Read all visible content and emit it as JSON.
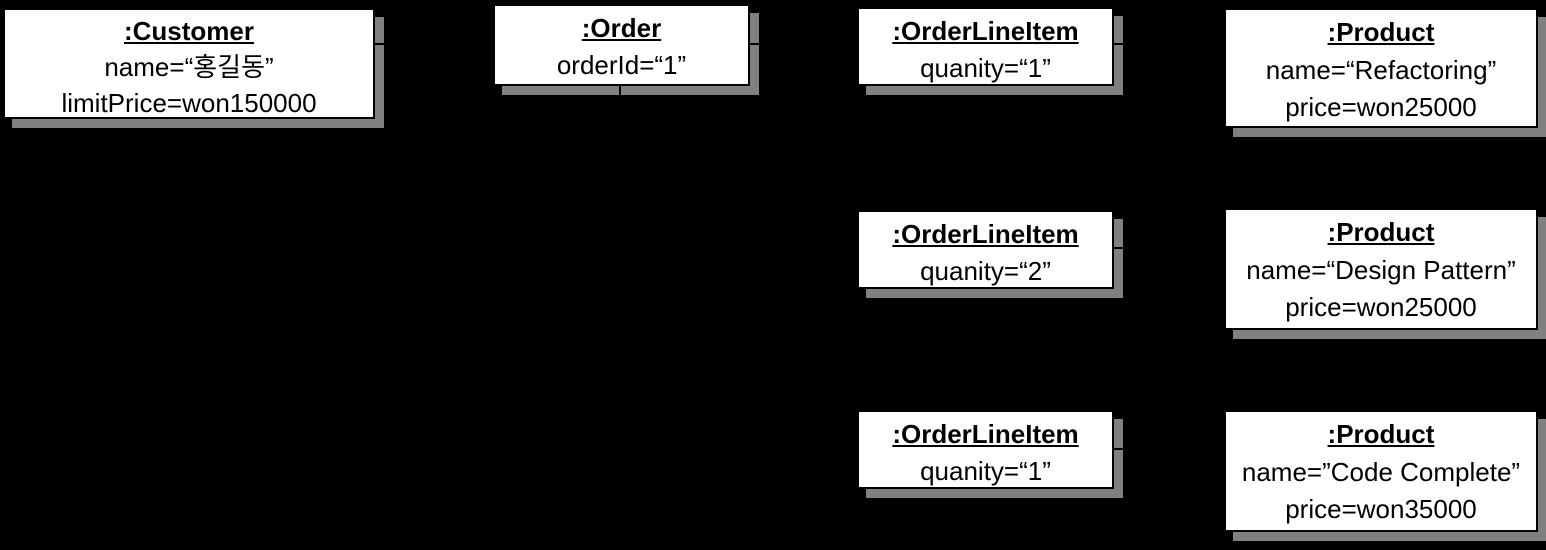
{
  "diagram": {
    "type": "uml-object-diagram",
    "background_color": "#000000",
    "box_fill_color": "#ffffff",
    "box_border_color": "#000000",
    "shadow_color": "#808080",
    "connector_color": "#000000"
  },
  "objects": {
    "customer": {
      "title": ":Customer",
      "attributes": [
        "name=“홍길동”",
        "limitPrice=won150000"
      ]
    },
    "order": {
      "title": ":Order",
      "attributes": [
        "orderId=“1”"
      ]
    },
    "orderLineItem1": {
      "title": ":OrderLineItem",
      "attributes": [
        "quanity=“1”"
      ]
    },
    "orderLineItem2": {
      "title": ":OrderLineItem",
      "attributes": [
        "quanity=“2”"
      ]
    },
    "orderLineItem3": {
      "title": ":OrderLineItem",
      "attributes": [
        "quanity=“1”"
      ]
    },
    "product1": {
      "title": ":Product",
      "attributes": [
        "name=“Refactoring”",
        "price=won25000"
      ]
    },
    "product2": {
      "title": ":Product",
      "attributes": [
        "name=“Design Pattern”",
        "price=won25000"
      ]
    },
    "product3": {
      "title": ":Product",
      "attributes": [
        "name=”Code Complete”",
        "price=won35000"
      ]
    }
  },
  "connections": [
    {
      "from": "customer",
      "to": "order"
    },
    {
      "from": "order",
      "to": "orderLineItem1"
    },
    {
      "from": "order",
      "to": "orderLineItem2"
    },
    {
      "from": "order",
      "to": "orderLineItem3"
    },
    {
      "from": "orderLineItem1",
      "to": "product1"
    },
    {
      "from": "orderLineItem2",
      "to": "product2"
    },
    {
      "from": "orderLineItem3",
      "to": "product3"
    }
  ]
}
